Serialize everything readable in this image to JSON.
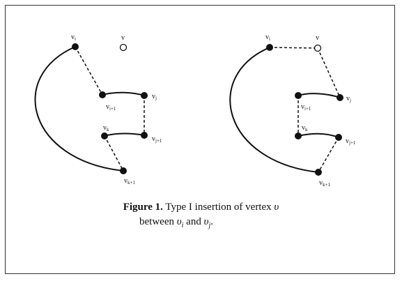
{
  "colors": {
    "ink": "#111111",
    "frame": "#333333",
    "background": "#ffffff"
  },
  "left_diagram": {
    "labels": {
      "vi": {
        "base": "v",
        "sub": "i"
      },
      "v": {
        "base": "v",
        "sub": ""
      },
      "vi1": {
        "base": "v",
        "sub": "i+1"
      },
      "vj": {
        "base": "v",
        "sub": "j"
      },
      "vk": {
        "base": "v",
        "sub": "k"
      },
      "vj1": {
        "base": "v",
        "sub": "j+1"
      },
      "vk1": {
        "base": "v",
        "sub": "k+1"
      }
    }
  },
  "right_diagram": {
    "labels": {
      "vi": {
        "base": "v",
        "sub": "i"
      },
      "v": {
        "base": "v",
        "sub": ""
      },
      "vi1": {
        "base": "v",
        "sub": "i+1"
      },
      "vj": {
        "base": "v",
        "sub": "j"
      },
      "vk": {
        "base": "v",
        "sub": "k"
      },
      "vj1": {
        "base": "v",
        "sub": "j+1"
      },
      "vk1": {
        "base": "v",
        "sub": "k+1"
      }
    }
  },
  "caption": {
    "label": "Figure 1.",
    "text": " Type I insertion of vertex ",
    "vertex": "υ",
    "between": "between ",
    "vi_base": "υ",
    "vi_sub": "i",
    "and": " and ",
    "vj_base": "υ",
    "vj_sub": "j",
    "period": "."
  }
}
